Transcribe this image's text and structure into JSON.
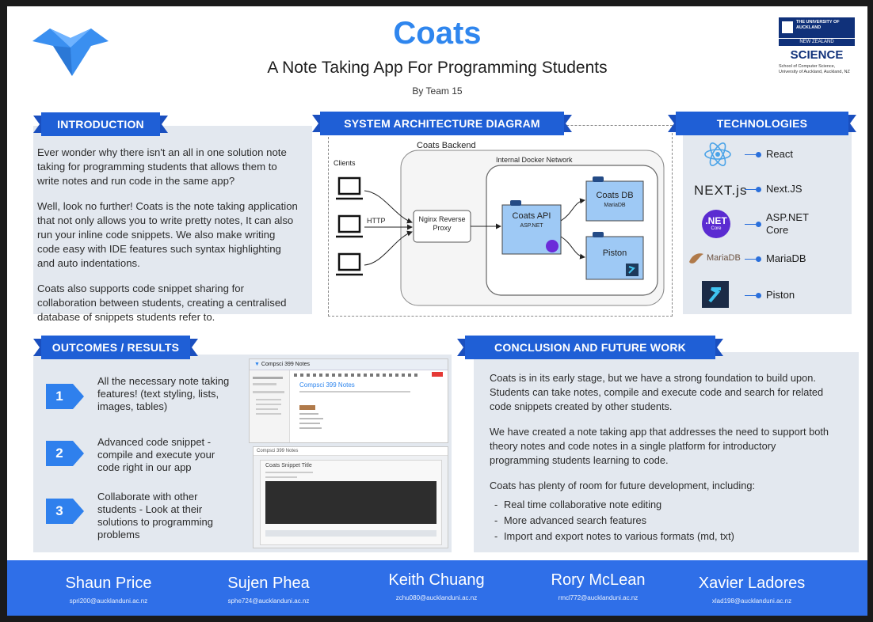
{
  "header": {
    "title": "Coats",
    "subtitle": "A Note Taking App For Programming Students",
    "byline": "By Team 15",
    "uni_top": "THE UNIVERSITY OF AUCKLAND",
    "uni_nz": "NEW ZEALAND",
    "uni_sci": "SCIENCE",
    "uni_dept": "School of Computer Science, University of Auckland, Auckland, NZ"
  },
  "intro": {
    "heading": "INTRODUCTION",
    "p1": "Ever wonder why there isn't an all in one solution note taking for programming students that allows them to write notes and run code in the same app?",
    "p2": "Well, look no further! Coats is the note taking application that not only allows you to write pretty notes, It can also run your inline code snippets. We also make writing code easy with IDE features such syntax highlighting and auto indentations.",
    "p3": "Coats also supports code snippet sharing for collaboration between students, creating a centralised database of snippets students refer to."
  },
  "architecture": {
    "heading": "SYSTEM ARCHITECTURE DIAGRAM",
    "backend": "Coats Backend",
    "docker": "Internal Docker Network",
    "clients": "Clients",
    "http": "HTTP",
    "nginx": "Nginx Reverse Proxy",
    "api": "Coats API",
    "api_sub": "ASP.NET",
    "db": "Coats DB",
    "db_sub": "MariaDB",
    "piston": "Piston"
  },
  "technologies": {
    "heading": "TECHNOLOGIES",
    "items": [
      {
        "label": "React",
        "icon": "react-icon"
      },
      {
        "label": "Next.JS",
        "icon": "nextjs-icon"
      },
      {
        "label": "ASP.NET Core",
        "icon": "dotnet-icon"
      },
      {
        "label": "MariaDB",
        "icon": "mariadb-icon"
      },
      {
        "label": "Piston",
        "icon": "piston-icon"
      }
    ],
    "next_logo": "NEXT.js",
    "net_logo": ".NET",
    "net_core": "Core",
    "maria_logo": "MariaDB"
  },
  "outcomes": {
    "heading": "OUTCOMES / RESULTS",
    "items": [
      {
        "num": "1",
        "text": "All the necessary note taking features! (text styling, lists, images, tables)"
      },
      {
        "num": "2",
        "text": "Advanced code snippet - compile and execute your code right in our app"
      },
      {
        "num": "3",
        "text": "Collaborate with other students - Look at their solutions to programming problems"
      }
    ],
    "shot1_title": "Compsci 399 Notes",
    "shot1_doc": "Compsci 399 Notes",
    "shot2_title": "Compsci 399 Notes",
    "shot2_card": "Coats Snippet Title"
  },
  "conclusion": {
    "heading": "CONCLUSION AND FUTURE WORK",
    "p1": "Coats is in its early stage, but we have a strong foundation to build upon. Students can take notes, compile and execute code and search for related code snippets created by other students.",
    "p2": "We have created a note taking app that addresses the need to support both theory notes and code notes in a single platform for introductory programming students learning to code.",
    "p3": "Coats has plenty of room for future development, including:",
    "bullets": [
      "Real time collaborative note editing",
      "More advanced search features",
      "Import and export notes to various formats (md, txt)"
    ]
  },
  "team": [
    {
      "name": "Shaun Price",
      "email": "spri200@aucklanduni.ac.nz"
    },
    {
      "name": "Sujen Phea",
      "email": "sphe724@aucklanduni.ac.nz"
    },
    {
      "name": "Keith Chuang",
      "email": "zchu080@aucklanduni.ac.nz"
    },
    {
      "name": "Rory McLean",
      "email": "rmcl772@aucklanduni.ac.nz"
    },
    {
      "name": "Xavier Ladores",
      "email": "xlad198@aucklanduni.ac.nz"
    }
  ],
  "colors": {
    "accent": "#2f80ed",
    "ribbon": "#1f5fd6",
    "panel": "#e3e8ef",
    "footer": "#2f6fe8"
  }
}
